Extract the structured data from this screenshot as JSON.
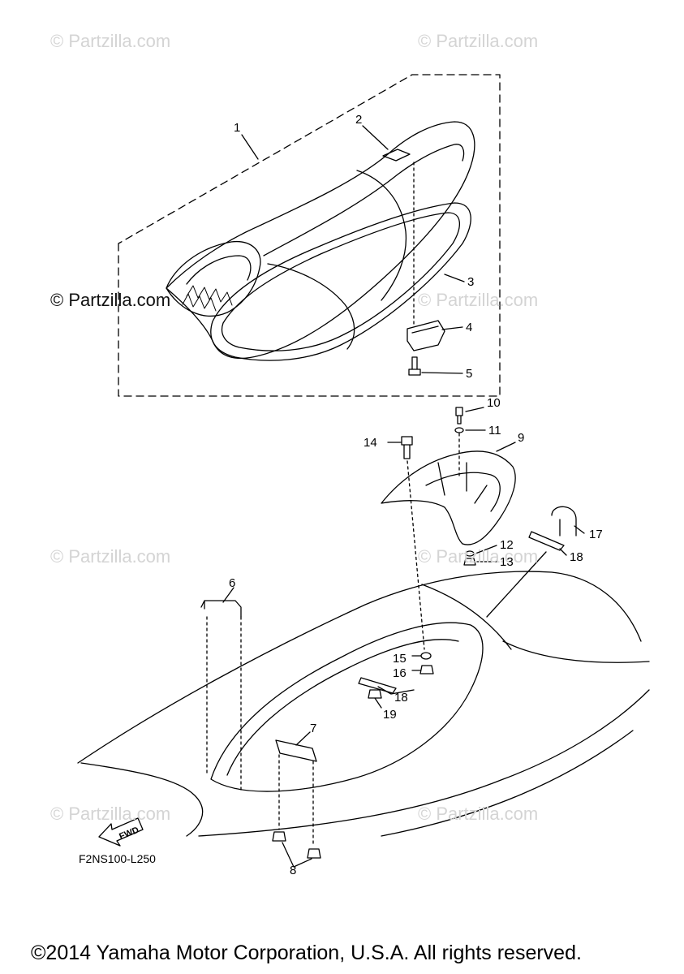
{
  "watermark": "© Partzilla.com",
  "callouts": [
    {
      "id": "c1",
      "label": "1"
    },
    {
      "id": "c2",
      "label": "2"
    },
    {
      "id": "c3",
      "label": "3"
    },
    {
      "id": "c4",
      "label": "4"
    },
    {
      "id": "c5",
      "label": "5"
    },
    {
      "id": "c6",
      "label": "6"
    },
    {
      "id": "c7",
      "label": "7"
    },
    {
      "id": "c8",
      "label": "8"
    },
    {
      "id": "c9",
      "label": "9"
    },
    {
      "id": "c10",
      "label": "10"
    },
    {
      "id": "c11",
      "label": "11"
    },
    {
      "id": "c12",
      "label": "12"
    },
    {
      "id": "c13",
      "label": "13"
    },
    {
      "id": "c14",
      "label": "14"
    },
    {
      "id": "c15",
      "label": "15"
    },
    {
      "id": "c16",
      "label": "16"
    },
    {
      "id": "c17",
      "label": "17"
    },
    {
      "id": "c18a",
      "label": "18"
    },
    {
      "id": "c18b",
      "label": "18"
    },
    {
      "id": "c19",
      "label": "19"
    }
  ],
  "fwd_label": "FWD",
  "drawing_code": "F2NS100-L250",
  "copyright": "©2014 Yamaha Motor Corporation, U.S.A. All rights reserved."
}
